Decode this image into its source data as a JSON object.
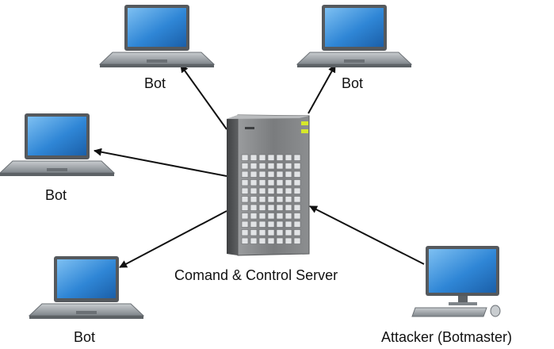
{
  "labels": {
    "bot_top_left": "Bot",
    "bot_top_right": "Bot",
    "bot_mid_left": "Bot",
    "bot_bottom_left": "Bot",
    "server": "Comand & Control Server",
    "attacker": "Attacker (Botmaster)"
  },
  "icons": {
    "bot": "laptop-icon",
    "server": "server-tower-icon",
    "attacker": "desktop-computer-icon"
  },
  "colors": {
    "screen": "#2f86d6",
    "laptop_body": "#8e9499",
    "server_body": "#6d6f72",
    "led": "#d6e82a",
    "arrow": "#111111"
  }
}
